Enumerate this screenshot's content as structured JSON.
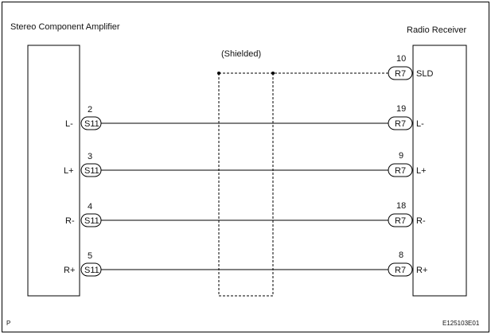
{
  "left_component": {
    "label": "Stereo Component Amplifier"
  },
  "right_component": {
    "label": "Radio Receiver"
  },
  "shield_label": "(Shielded)",
  "connectors": {
    "left": "S11",
    "right": "R7"
  },
  "wires": [
    {
      "left_pin": "2",
      "left_signal": "L-",
      "right_pin": "19",
      "right_signal": "L-"
    },
    {
      "left_pin": "3",
      "left_signal": "L+",
      "right_pin": "9",
      "right_signal": "L+"
    },
    {
      "left_pin": "4",
      "left_signal": "R-",
      "right_pin": "18",
      "right_signal": "R-"
    },
    {
      "left_pin": "5",
      "left_signal": "R+",
      "right_pin": "8",
      "right_signal": "R+"
    }
  ],
  "shield_wire": {
    "right_pin": "10",
    "right_signal": "SLD"
  },
  "footer": {
    "left_mark": "P",
    "right_code": "E125103E01"
  }
}
